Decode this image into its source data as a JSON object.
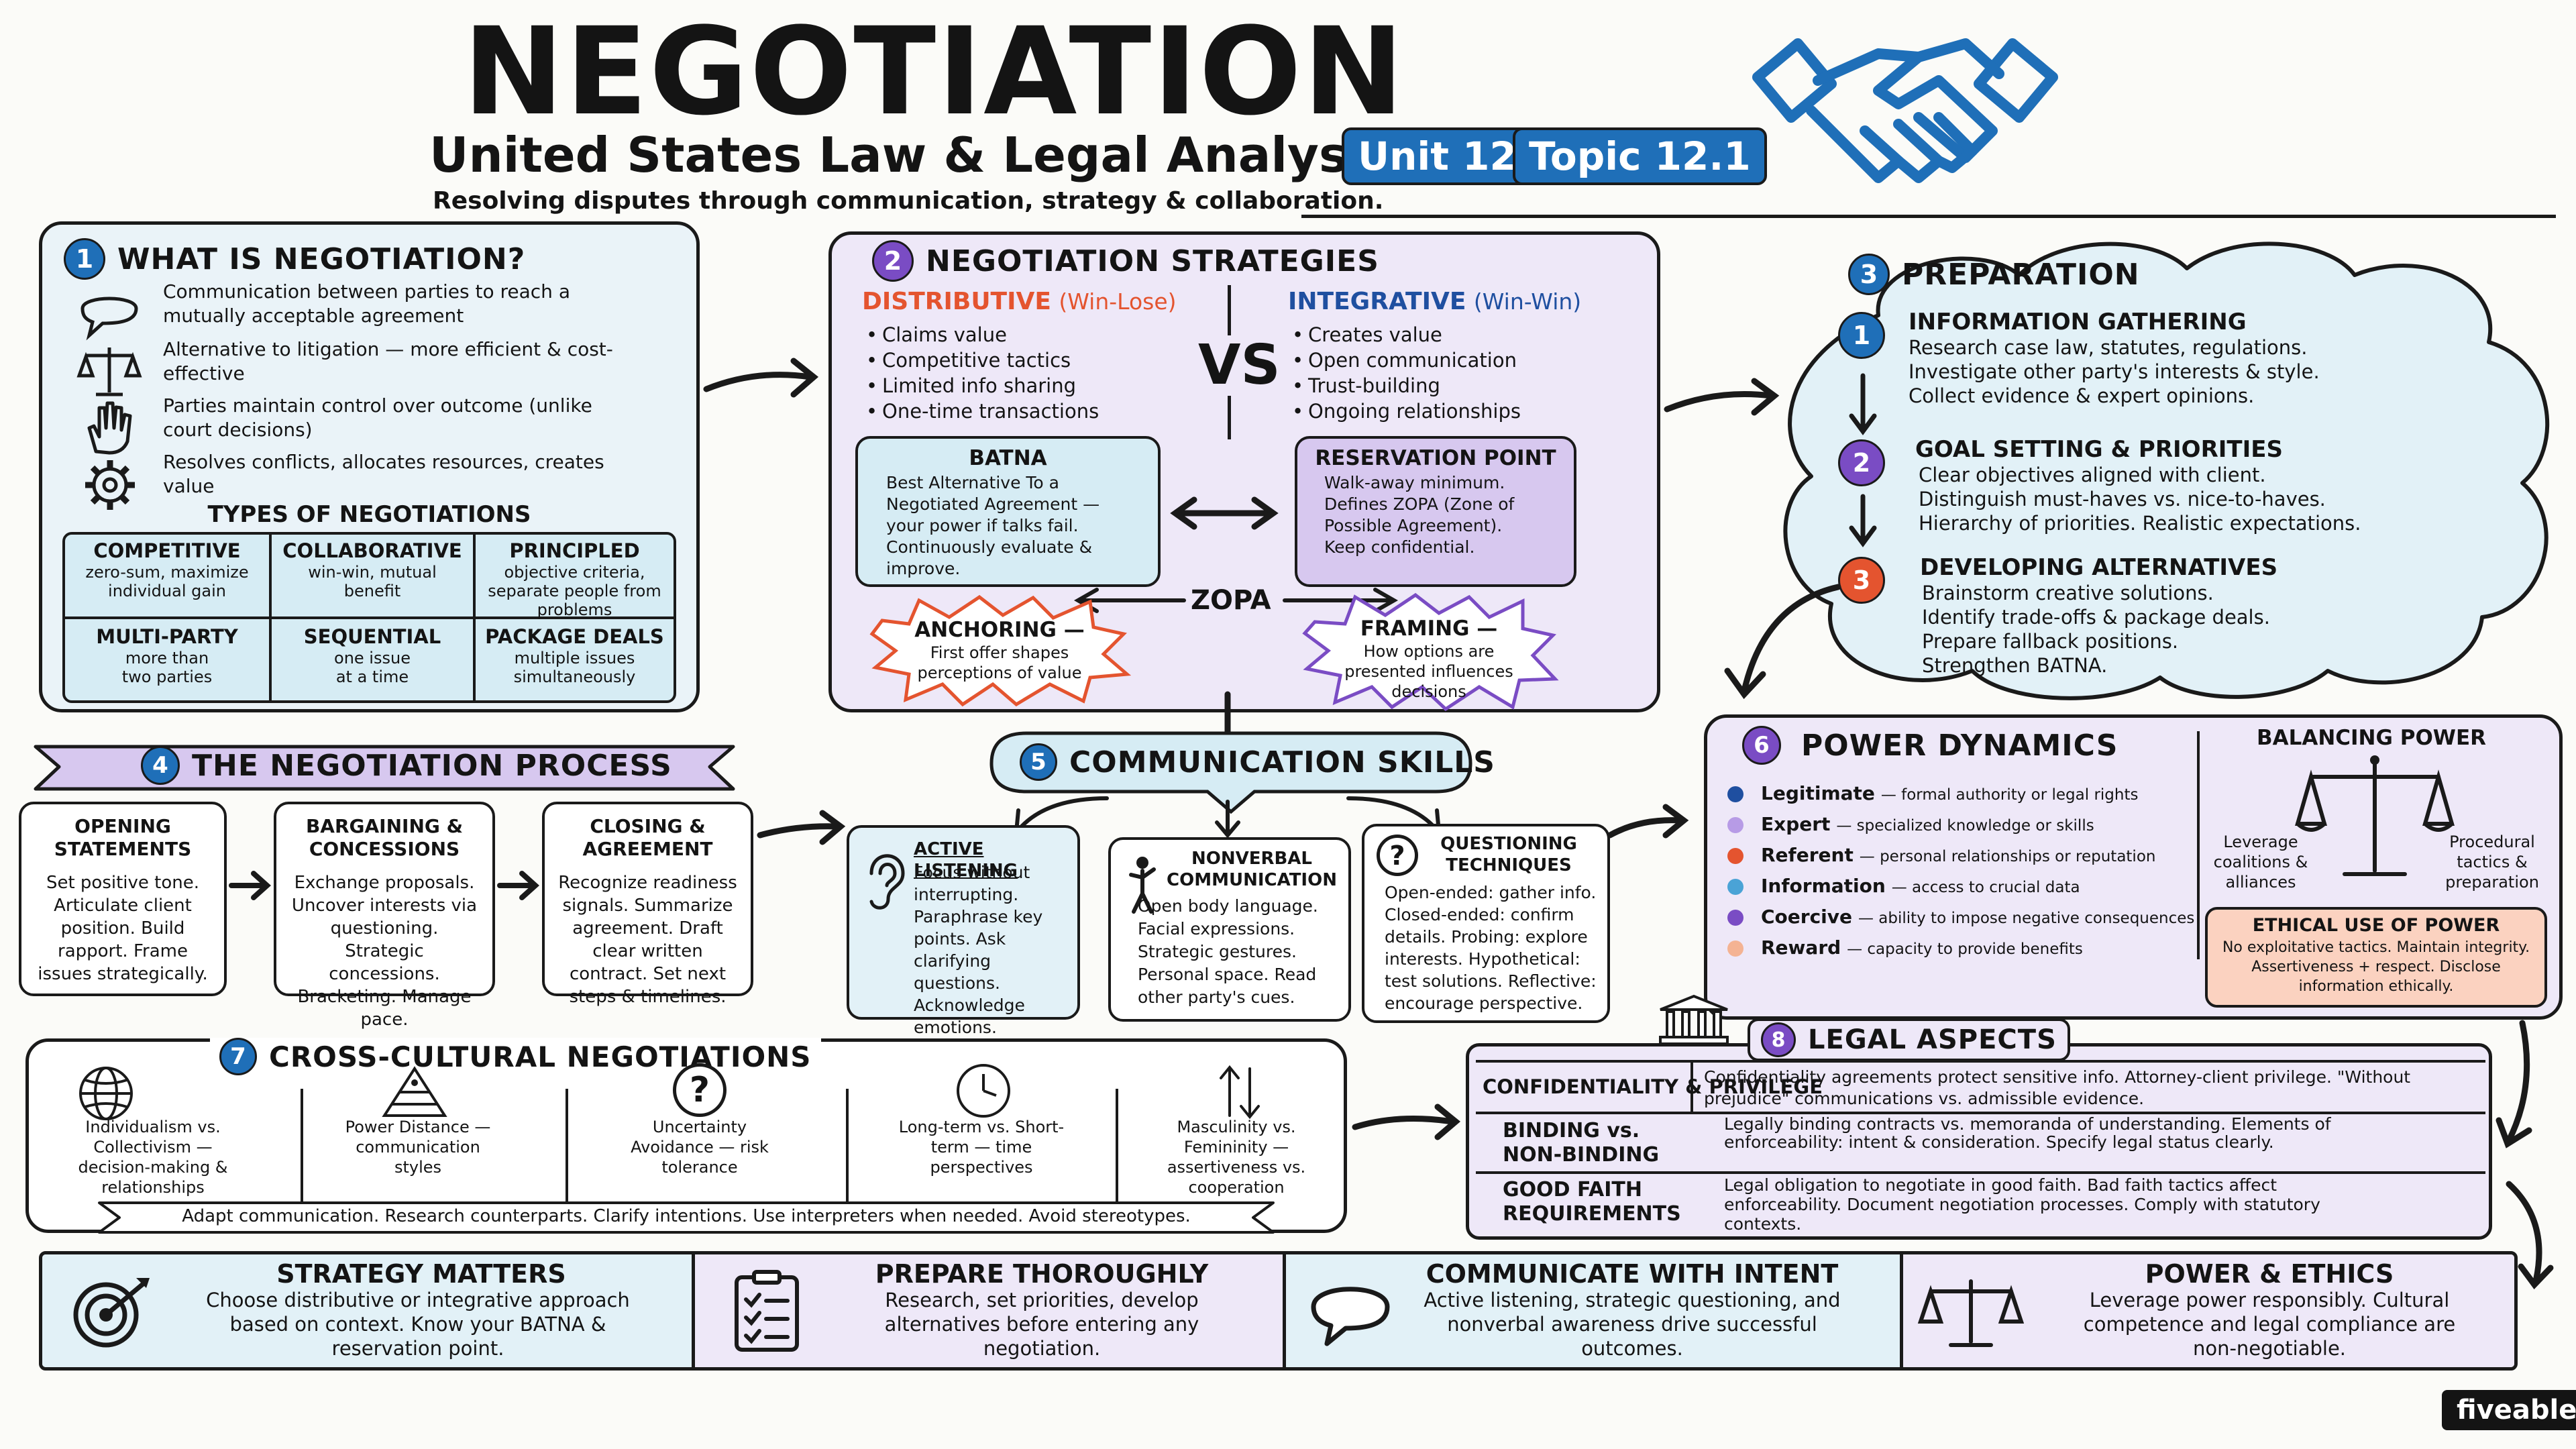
{
  "header": {
    "title": "NEGOTIATION",
    "subtitle": "United States Law & Legal Analysis",
    "unit_badge": "Unit 12",
    "topic_badge": "Topic 12.1",
    "tagline": "Resolving disputes through communication, strategy & collaboration."
  },
  "colors": {
    "blue": "#1f6fb8",
    "purple": "#7a4cc4",
    "red": "#e4542f",
    "light_blue": "#e2f1f7",
    "light_purple": "#eee8f8"
  },
  "s1": {
    "num": "1",
    "title": "WHAT IS NEGOTIATION?",
    "items": [
      {
        "icon": "speech-bubble-icon",
        "text": "Communication between parties to reach a mutually acceptable agreement"
      },
      {
        "icon": "scales-icon",
        "text": "Alternative to litigation — more efficient & cost-effective"
      },
      {
        "icon": "hand-icon",
        "text": "Parties maintain control over outcome (unlike court decisions)"
      },
      {
        "icon": "gear-icon",
        "text": "Resolves conflicts, allocates resources, creates value"
      }
    ],
    "types_title": "TYPES OF NEGOTIATIONS",
    "types": [
      {
        "name": "COMPETITIVE",
        "desc": "zero-sum, maximize individual gain"
      },
      {
        "name": "COLLABORATIVE",
        "desc": "win-win, mutual benefit"
      },
      {
        "name": "PRINCIPLED",
        "desc": "objective criteria, separate people from problems"
      },
      {
        "name": "MULTI-PARTY",
        "desc": "more than two parties"
      },
      {
        "name": "SEQUENTIAL",
        "desc": "one issue at a time"
      },
      {
        "name": "PACKAGE DEALS",
        "desc": "multiple issues simultaneously"
      }
    ]
  },
  "s2": {
    "num": "2",
    "title": "NEGOTIATION STRATEGIES",
    "distributive": {
      "title": "DISTRIBUTIVE",
      "tag": "(Win-Lose)",
      "items": [
        "Claims value",
        "Competitive tactics",
        "Limited info sharing",
        "One-time transactions"
      ]
    },
    "vs": "VS",
    "integrative": {
      "title": "INTEGRATIVE",
      "tag": "(Win-Win)",
      "items": [
        "Creates value",
        "Open communication",
        "Trust-building",
        "Ongoing relationships"
      ]
    },
    "batna": {
      "title": "BATNA",
      "text": "Best Alternative To a Negotiated Agreement — your power if talks fail. Continuously evaluate & improve."
    },
    "reservation": {
      "title": "RESERVATION POINT",
      "text": "Walk-away minimum. Defines ZOPA (Zone of Possible Agreement). Keep confidential."
    },
    "zopa": "ZOPA",
    "anchoring": {
      "title": "ANCHORING —",
      "text": "First offer shapes perceptions of value"
    },
    "framing": {
      "title": "FRAMING —",
      "text": "How options are presented influences decisions"
    }
  },
  "s3": {
    "num": "3",
    "title": "PREPARATION",
    "steps": [
      {
        "num": "1",
        "title": "INFORMATION GATHERING",
        "lines": [
          "Research case law, statutes, regulations.",
          "Investigate other party's interests & style.",
          "Collect evidence & expert opinions."
        ]
      },
      {
        "num": "2",
        "title": "GOAL SETTING & PRIORITIES",
        "lines": [
          "Clear objectives aligned with client.",
          "Distinguish must-haves vs. nice-to-haves.",
          "Hierarchy of priorities. Realistic expectations."
        ]
      },
      {
        "num": "3",
        "title": "DEVELOPING ALTERNATIVES",
        "lines": [
          "Brainstorm creative solutions.",
          "Identify trade-offs & package deals.",
          "Prepare fallback positions.",
          "Strengthen BATNA."
        ]
      }
    ]
  },
  "s4": {
    "num": "4",
    "title": "THE NEGOTIATION PROCESS",
    "stages": [
      {
        "title": "OPENING STATEMENTS",
        "text": "Set positive tone. Articulate client position. Build rapport. Frame issues strategically."
      },
      {
        "title": "BARGAINING & CONCESSIONS",
        "text": "Exchange proposals. Uncover interests via questioning. Strategic concessions. Bracketing. Manage pace."
      },
      {
        "title": "CLOSING & AGREEMENT",
        "text": "Recognize readiness signals. Summarize agreement. Draft clear written contract. Set next steps & timelines."
      }
    ]
  },
  "s5": {
    "num": "5",
    "title": "COMMUNICATION SKILLS",
    "cards": [
      {
        "icon": "ear-icon",
        "title": "ACTIVE LISTENING",
        "text": "Focus without interrupting. Paraphrase key points. Ask clarifying questions. Acknowledge emotions."
      },
      {
        "icon": "person-icon",
        "title": "NONVERBAL COMMUNICATION",
        "text": "Open body language. Facial expressions. Strategic gestures. Personal space. Read other party's cues."
      },
      {
        "icon": "question-icon",
        "title": "QUESTIONING TECHNIQUES",
        "text": "Open-ended: gather info. Closed-ended: confirm details. Probing: explore interests. Hypothetical: test solutions. Reflective: encourage perspective."
      }
    ]
  },
  "s6": {
    "num": "6",
    "title": "POWER DYNAMICS",
    "types": [
      {
        "name": "Legitimate",
        "desc": "formal authority or legal rights",
        "color": "#1f4fa0"
      },
      {
        "name": "Expert",
        "desc": "specialized knowledge or skills",
        "color": "#b79be6"
      },
      {
        "name": "Referent",
        "desc": "personal relationships or reputation",
        "color": "#e4542f"
      },
      {
        "name": "Information",
        "desc": "access to crucial data",
        "color": "#4aa3d6"
      },
      {
        "name": "Coercive",
        "desc": "ability to impose negative consequences",
        "color": "#7a4cc4"
      },
      {
        "name": "Reward",
        "desc": "capacity to provide benefits",
        "color": "#f4b393"
      }
    ],
    "balancing_title": "BALANCING POWER",
    "balancing_left": "Leverage coalitions & alliances",
    "balancing_right": "Procedural tactics & preparation",
    "ethical_title": "ETHICAL USE OF POWER",
    "ethical_text": "No exploitative tactics. Maintain integrity. Assertiveness + respect. Disclose information ethically."
  },
  "s7": {
    "num": "7",
    "title": "CROSS-CULTURAL NEGOTIATIONS",
    "dims": [
      {
        "icon": "globe-icon",
        "text": "Individualism vs. Collectivism — decision-making & relationships"
      },
      {
        "icon": "pyramid-icon",
        "text": "Power Distance — communication styles"
      },
      {
        "icon": "question-icon",
        "text": "Uncertainty Avoidance — risk tolerance"
      },
      {
        "icon": "clock-icon",
        "text": "Long-term vs. Short-term — time perspectives"
      },
      {
        "icon": "arrows-icon",
        "text": "Masculinity vs. Femininity — assertiveness vs. cooperation"
      }
    ],
    "banner": "Adapt communication. Research counterparts. Clarify intentions. Use interpreters when needed. Avoid stereotypes."
  },
  "s8": {
    "num": "8",
    "title": "LEGAL ASPECTS",
    "rows": [
      {
        "label": "CONFIDENTIALITY & PRIVILEGE",
        "text": "Confidentiality agreements protect sensitive info. Attorney-client privilege. \"Without prejudice\" communications vs. admissible evidence."
      },
      {
        "label": "BINDING vs. NON-BINDING",
        "text": "Legally binding contracts vs. memoranda of understanding. Elements of enforceability: intent & consideration. Specify legal status clearly."
      },
      {
        "label": "GOOD FAITH REQUIREMENTS",
        "text": "Legal obligation to negotiate in good faith. Bad faith tactics affect enforceability. Document negotiation processes. Comply with statutory contexts."
      }
    ]
  },
  "summary": [
    {
      "icon": "target-icon",
      "title": "STRATEGY MATTERS",
      "text": "Choose distributive or integrative approach based on context. Know your BATNA & reservation point."
    },
    {
      "icon": "checklist-icon",
      "title": "PREPARE THOROUGHLY",
      "text": "Research, set priorities, develop alternatives before entering any negotiation."
    },
    {
      "icon": "speech-bubble-icon",
      "title": "COMMUNICATE WITH INTENT",
      "text": "Active listening, strategic questioning, and nonverbal awareness drive successful outcomes."
    },
    {
      "icon": "scales-icon",
      "title": "POWER & ETHICS",
      "text": "Leverage power responsibly. Cultural competence and legal compliance are non-negotiable."
    }
  ],
  "brand": "fiveable"
}
